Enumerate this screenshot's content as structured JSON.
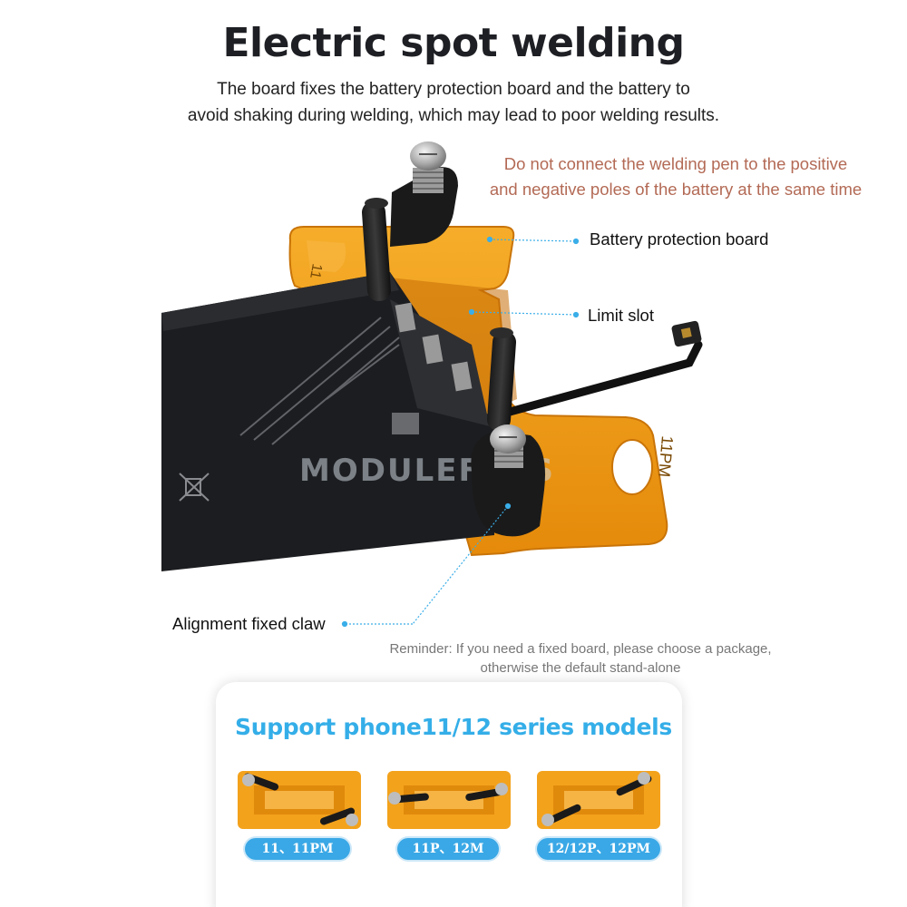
{
  "header": {
    "title": "Electric spot welding",
    "subtitle_line1": "The board fixes the battery protection board and the battery to",
    "subtitle_line2": "avoid shaking during welding, which may lead to poor welding results."
  },
  "warning": {
    "line1": "Do not connect the welding pen to the positive",
    "line2": "and negative poles of the battery at the same time"
  },
  "callouts": {
    "battery_protection_board": "Battery protection board",
    "limit_slot": "Limit slot",
    "alignment_fixed_claw": "Alignment fixed claw"
  },
  "reminder": {
    "line1": "Reminder: If you need a fixed board, please choose a package,",
    "line2": "otherwise the default stand-alone"
  },
  "fixture_labels": {
    "left_tab": "11",
    "right_tab": "11PM"
  },
  "watermark": "MODULEFANS",
  "models_card": {
    "title": "Support phone11/12 series models",
    "models": [
      {
        "label": "11、11PM"
      },
      {
        "label": "11P、12M"
      },
      {
        "label": "12/12P、12PM"
      }
    ]
  },
  "colors": {
    "accent_blue": "#34aee8",
    "warning_text": "#b36a55",
    "fixture_orange": "#f09a14",
    "battery_black": "#1c1d20"
  }
}
